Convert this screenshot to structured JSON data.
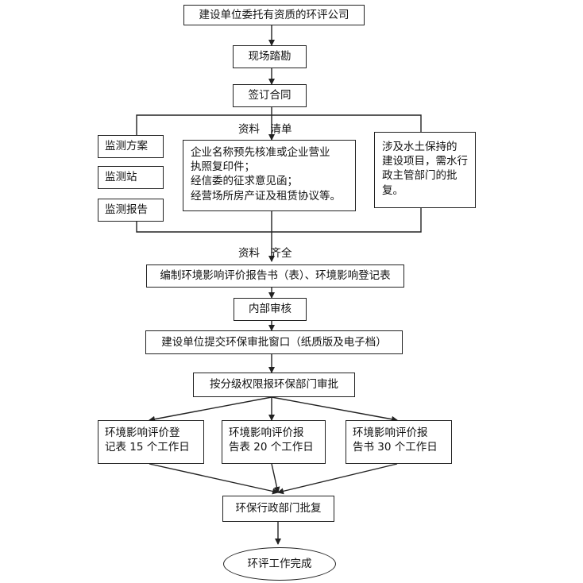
{
  "nodes": {
    "n1": "建设单位委托有资质的环评公司",
    "n2": "现场踏勘",
    "n3": "签订合同",
    "m1": "监测方案",
    "m2": "监测站",
    "m3": "监测报告",
    "d1": [
      "企业名称预先核准或企业营业",
      "执照复印件；",
      "经信委的征求意见函；",
      "经营场所房产证及租赁协议等。"
    ],
    "s1": [
      "涉及水土保持的",
      "建设项目，需水行",
      "政主管部门的批",
      "复。"
    ],
    "n4": "编制环境影响评价报告书（表）、环境影响登记表",
    "n5": "内部审核",
    "n6": "建设单位提交环保审批窗口（纸质版及电子档）",
    "n7": "按分级权限报环保部门审批",
    "r1": [
      "环境影响评价登",
      "记表 15 个工作日"
    ],
    "r2": [
      "环境影响评价报",
      "告表 20 个工作日"
    ],
    "r3": [
      "环境影响评价报",
      "告书 30 个工作日"
    ],
    "n8": "环保行政部门批复",
    "n9": "环评工作完成"
  },
  "labels": {
    "materials_list": "资料　清单",
    "materials_complete": "资料　齐全"
  },
  "colors": {
    "line": "#222222",
    "box_border": "#222222",
    "background": "#ffffff",
    "text": "#111111"
  }
}
